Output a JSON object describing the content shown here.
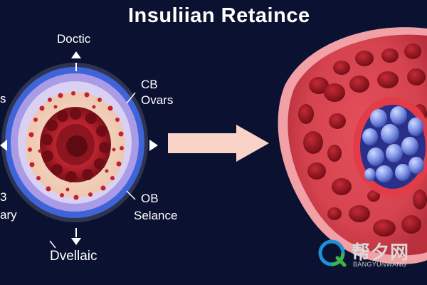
{
  "title": "Insuliian Retaince",
  "labels": {
    "doctic": "Doctic",
    "cb": "CB",
    "ovars": "Ovars",
    "ob": "OB",
    "selance": "Selance",
    "dvellaic": "Dvellaic",
    "left_top": "s",
    "left_b1": "3",
    "left_b2": "ary"
  },
  "watermark": {
    "chinese": "帮夕网",
    "english": "BANGYUNWANG"
  },
  "colors": {
    "background": "#0b1130",
    "ring_blue": "#3f63d8",
    "ring_lavender": "#a99be6",
    "cell_red": "#b3202c",
    "tissue_pink": "#e86a72",
    "arrow_peach": "#f9d3c8"
  },
  "icons": {
    "arrows": "arrow-icon",
    "watermark_logo": "q-logo-icon"
  }
}
